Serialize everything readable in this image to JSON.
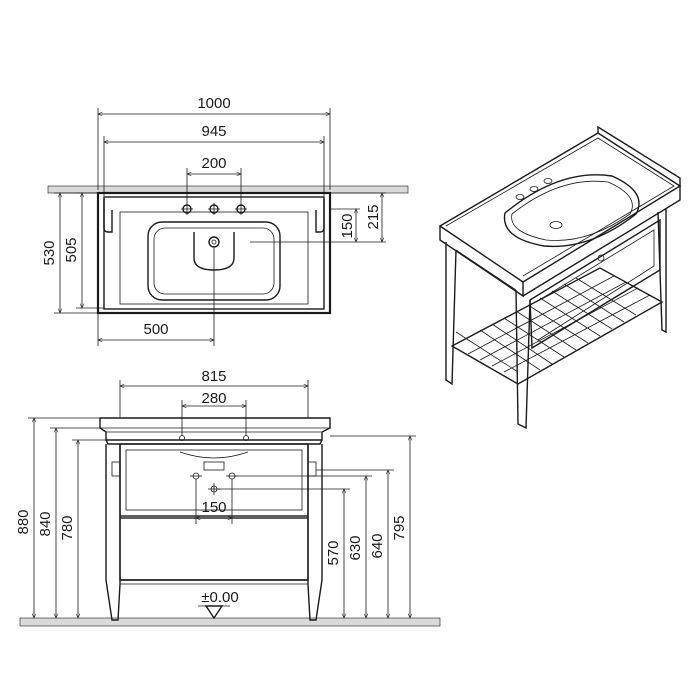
{
  "top_view": {
    "dim_overall_width": "1000",
    "dim_basin_width": "945",
    "dim_tap_spacing": "200",
    "dim_overall_depth": "530",
    "dim_basin_depth": "505",
    "dim_waste_offset": "150",
    "dim_tap_offset": "215",
    "dim_half_width": "500"
  },
  "front_view": {
    "dim_frame_width": "815",
    "dim_tap_centers": "280",
    "dim_waste_center": "150",
    "dim_height_total": "880",
    "dim_height_840": "840",
    "dim_height_780": "780",
    "dim_height_570": "570",
    "dim_height_630": "630",
    "dim_height_640": "640",
    "dim_height_795": "795",
    "floor_level": "±0.00"
  },
  "colors": {
    "line": "#1a1a1a",
    "wall": "#d9d9d9"
  }
}
